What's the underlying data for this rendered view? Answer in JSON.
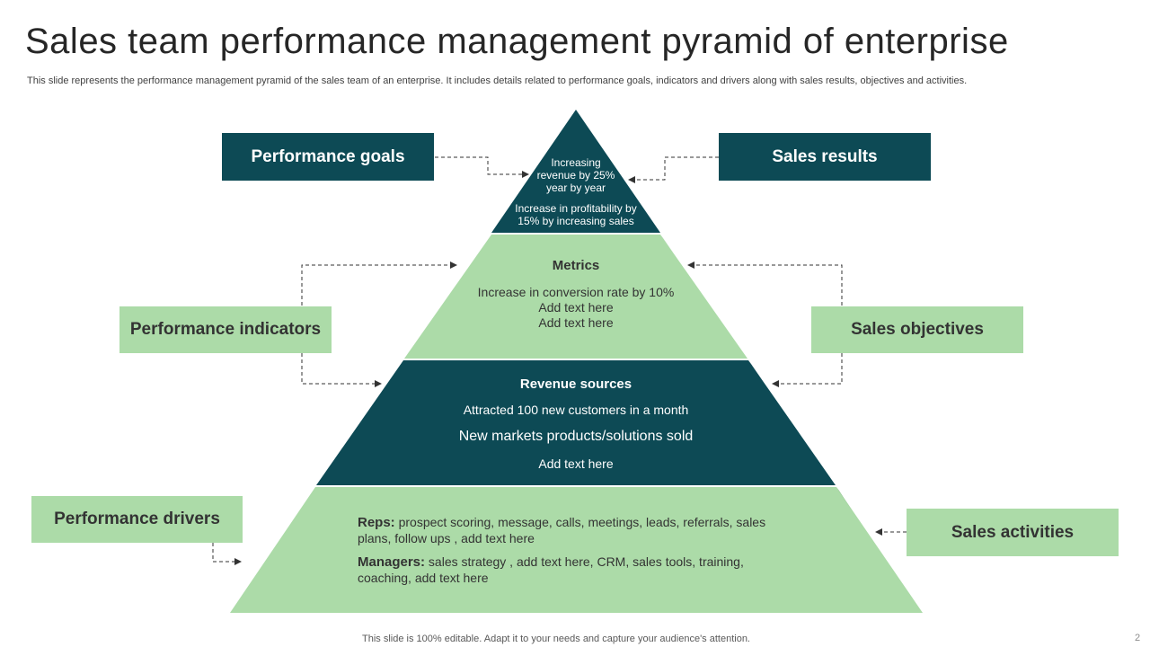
{
  "title": "Sales team performance management pyramid of enterprise",
  "subtitle": "This slide represents the performance management pyramid of the sales team of an enterprise. It includes details related to performance goals, indicators and drivers along with sales results, objectives and activities.",
  "colors": {
    "dark": "#0d4a55",
    "light": "#acdba8",
    "arrow": "#333333"
  },
  "left_boxes": {
    "goals": "Performance goals",
    "indicators": "Performance indicators",
    "drivers": "Performance drivers"
  },
  "right_boxes": {
    "results": "Sales results",
    "objectives": "Sales objectives",
    "activities": "Sales activities"
  },
  "tier1": {
    "line1": "Increasing",
    "line2": "revenue by 25%",
    "line3": "year by year",
    "line4": "Increase in profitability  by",
    "line5": "15% by increasing sales"
  },
  "tier2": {
    "heading": "Metrics",
    "line1": "Increase in conversion rate by 10%",
    "line2": "Add text here",
    "line3": "Add text here"
  },
  "tier3": {
    "heading": "Revenue sources",
    "line1": "Attracted 100 new customers in a month",
    "line2": "New markets products/solutions  sold",
    "line3": "Add text here"
  },
  "tier4": {
    "reps_label": "Reps:",
    "reps_line1": "prospect scoring, message, calls, meetings, leads, referrals, sales",
    "reps_line2": "plans, follow ups , add text here",
    "managers_label": "Managers:",
    "managers_line1": "sales strategy , add text here, CRM, sales tools, training,",
    "managers_line2": "coaching, add text here"
  },
  "footer": "This slide is 100% editable. Adapt it to your needs and capture your audience's attention.",
  "page_number": "2"
}
